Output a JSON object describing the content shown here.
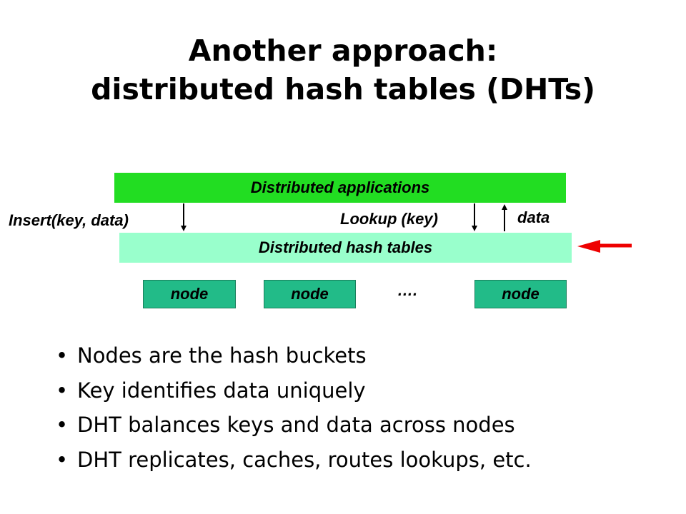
{
  "title": {
    "line1": "Another approach:",
    "line2": "distributed hash tables (DHTs)"
  },
  "diagram": {
    "apps_label": "Distributed applications",
    "dht_label": "Distributed hash tables",
    "insert_label": "Insert(key, data)",
    "lookup_label": "Lookup (key)",
    "data_label": "data",
    "ellipsis": "….",
    "nodes": [
      "node",
      "node",
      "node"
    ],
    "colors": {
      "apps": "#22dd22",
      "dht": "#99ffcc",
      "node": "#22bb88",
      "pointer_arrow": "#ee0000"
    }
  },
  "bullets": [
    "Nodes are the hash buckets",
    "Key identifies data uniquely",
    "DHT balances keys and data across nodes",
    "DHT replicates, caches, routes lookups, etc."
  ],
  "bullet_glyph": "•"
}
